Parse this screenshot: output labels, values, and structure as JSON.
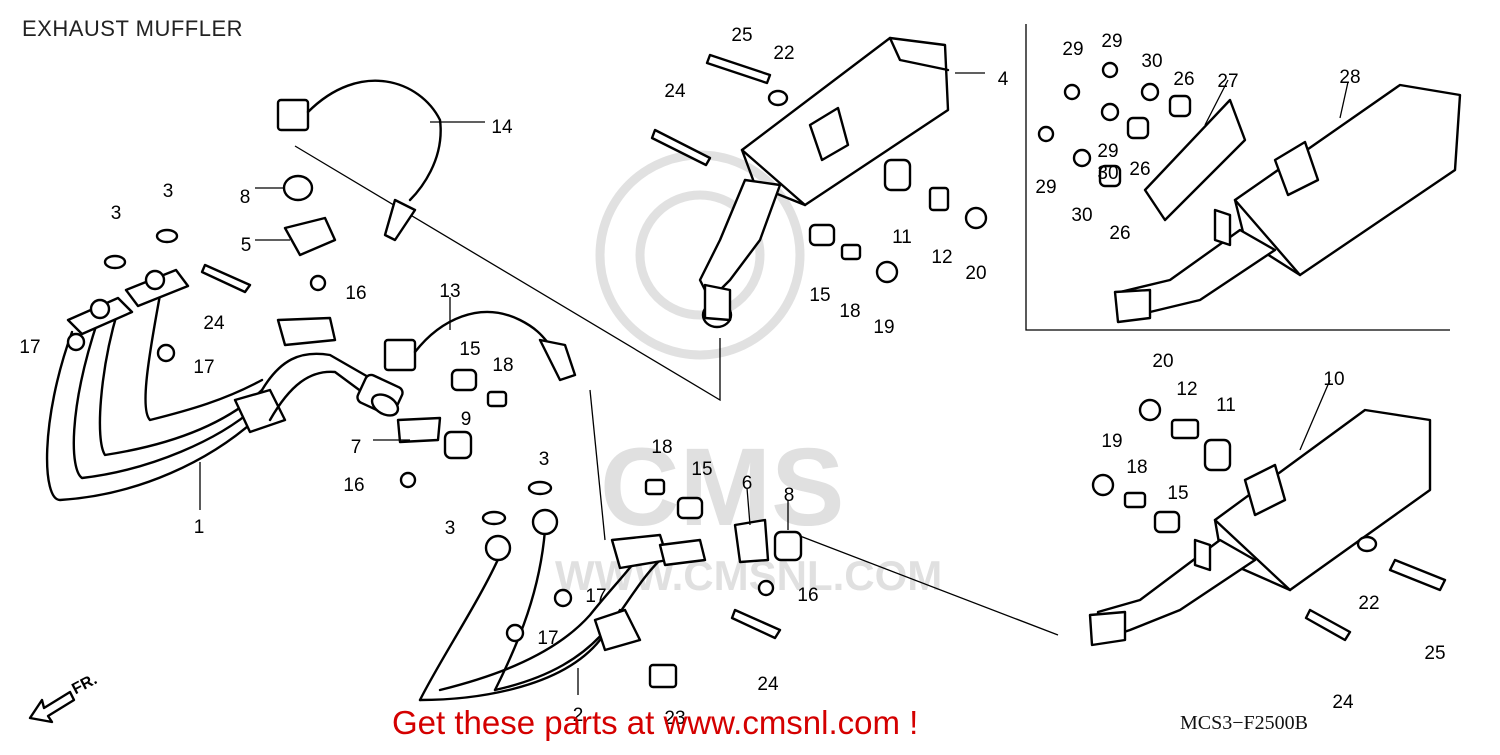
{
  "title": "EXHAUST MUFFLER",
  "footer": "Get these parts at www.cmsnl.com !",
  "diagram_code": "MCS3−F2500B",
  "direction_label": "FR.",
  "watermark": {
    "brand": "CMS",
    "url": "WWW.CMSNL.COM"
  },
  "callouts": [
    {
      "n": "25"
    },
    {
      "n": "22"
    },
    {
      "n": "4"
    },
    {
      "n": "24"
    },
    {
      "n": "29"
    },
    {
      "n": "29"
    },
    {
      "n": "30"
    },
    {
      "n": "26"
    },
    {
      "n": "27"
    },
    {
      "n": "28"
    },
    {
      "n": "29"
    },
    {
      "n": "30"
    },
    {
      "n": "26"
    },
    {
      "n": "29"
    },
    {
      "n": "30"
    },
    {
      "n": "26"
    },
    {
      "n": "14"
    },
    {
      "n": "8"
    },
    {
      "n": "3"
    },
    {
      "n": "3"
    },
    {
      "n": "5"
    },
    {
      "n": "16"
    },
    {
      "n": "24"
    },
    {
      "n": "17"
    },
    {
      "n": "17"
    },
    {
      "n": "11"
    },
    {
      "n": "12"
    },
    {
      "n": "20"
    },
    {
      "n": "15"
    },
    {
      "n": "18"
    },
    {
      "n": "19"
    },
    {
      "n": "13"
    },
    {
      "n": "15"
    },
    {
      "n": "18"
    },
    {
      "n": "9"
    },
    {
      "n": "7"
    },
    {
      "n": "16"
    },
    {
      "n": "1"
    },
    {
      "n": "20"
    },
    {
      "n": "12"
    },
    {
      "n": "11"
    },
    {
      "n": "10"
    },
    {
      "n": "19"
    },
    {
      "n": "18"
    },
    {
      "n": "15"
    },
    {
      "n": "3"
    },
    {
      "n": "3"
    },
    {
      "n": "18"
    },
    {
      "n": "15"
    },
    {
      "n": "6"
    },
    {
      "n": "8"
    },
    {
      "n": "16"
    },
    {
      "n": "17"
    },
    {
      "n": "17"
    },
    {
      "n": "24"
    },
    {
      "n": "2"
    },
    {
      "n": "23"
    },
    {
      "n": "22"
    },
    {
      "n": "25"
    },
    {
      "n": "24"
    }
  ]
}
